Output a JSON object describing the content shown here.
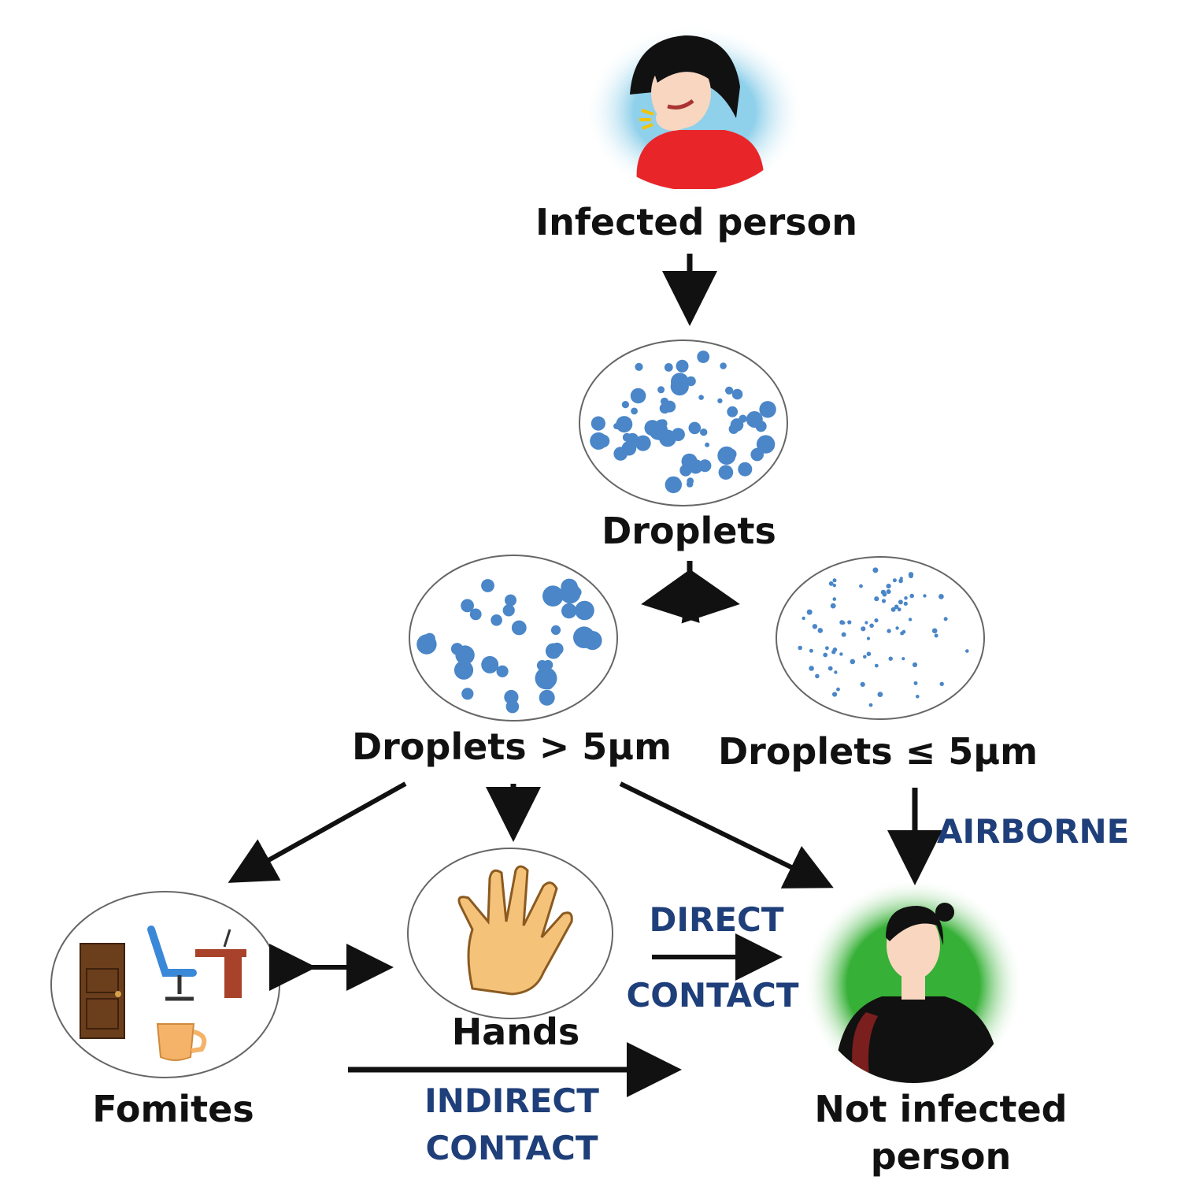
{
  "nodes": {
    "infected": {
      "label": "Infected person"
    },
    "droplets": {
      "label": "Droplets"
    },
    "large": {
      "label": "Droplets > 5μm"
    },
    "small": {
      "label": "Droplets ≤ 5μm"
    },
    "hands": {
      "label": "Hands"
    },
    "fomites": {
      "label": "Fomites"
    },
    "not_infected": {
      "label_line1": "Not infected",
      "label_line2": "person"
    }
  },
  "routes": {
    "airborne": "AIRBORNE",
    "direct_line1": "DIRECT",
    "direct_line2": "CONTACT",
    "indirect_line1": "INDIRECT",
    "indirect_line2": "CONTACT"
  },
  "colors": {
    "droplet": "#4a86c8",
    "route_text": "#1f3f7a",
    "infected_bg": "#8fd0ea",
    "not_infected_bg": "#36b036"
  }
}
